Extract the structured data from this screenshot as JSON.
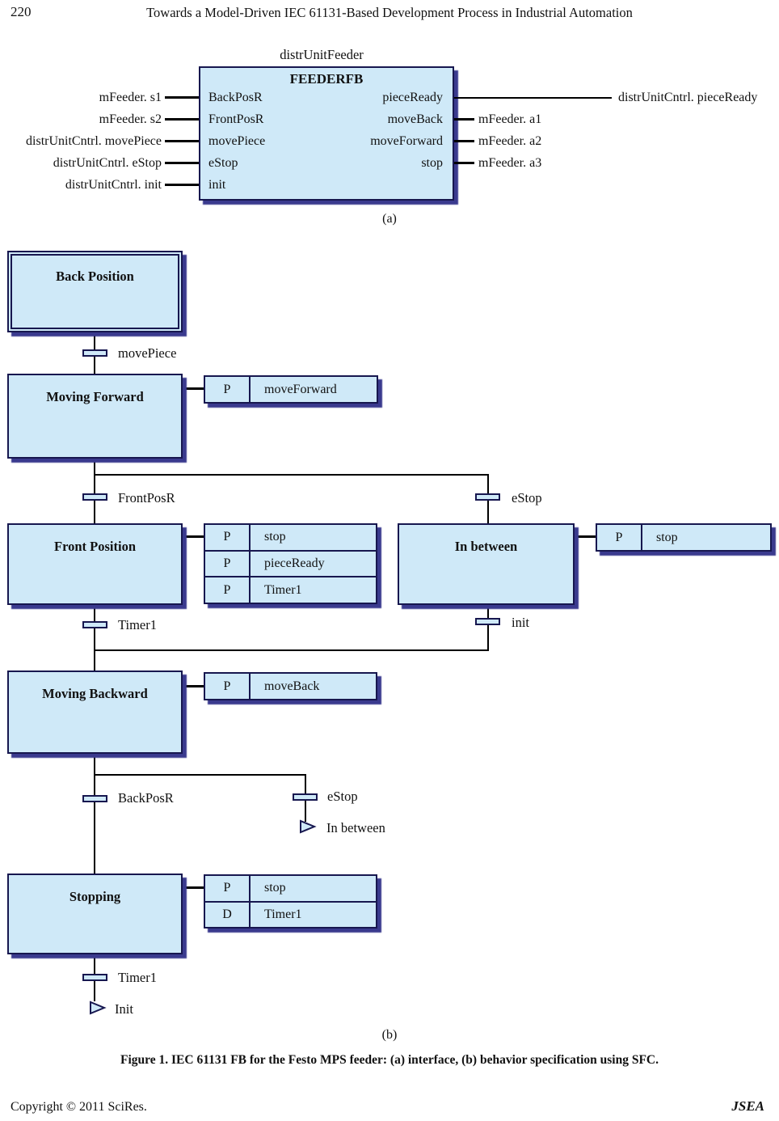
{
  "page": {
    "number": "220",
    "header_title": "Towards a Model-Driven IEC 61131-Based Development Process in Industrial Automation",
    "label_a": "(a)",
    "label_b": "(b)",
    "caption": "Figure 1. IEC 61131 FB for the Festo MPS feeder: (a) interface, (b) behavior specification using SFC.",
    "footer_left": "Copyright © 2011 SciRes.",
    "footer_right": "JSEA"
  },
  "colors": {
    "box_fill": "#cfe9f8",
    "box_border": "#17174f",
    "box_shadow": "#3a3a8e",
    "line": "#000000"
  },
  "fb": {
    "instance_name": "distrUnitFeeder",
    "type_name": "FEEDERFB",
    "inputs": [
      {
        "pin": "BackPosR",
        "signal": "mFeeder. s1"
      },
      {
        "pin": "FrontPosR",
        "signal": "mFeeder. s2"
      },
      {
        "pin": "movePiece",
        "signal": "distrUnitCntrl. movePiece"
      },
      {
        "pin": "eStop",
        "signal": "distrUnitCntrl. eStop"
      },
      {
        "pin": "init",
        "signal": "distrUnitCntrl. init"
      }
    ],
    "outputs": [
      {
        "pin": "pieceReady",
        "signal": "distrUnitCntrl. pieceReady"
      },
      {
        "pin": "moveBack",
        "signal": "mFeeder. a1"
      },
      {
        "pin": "moveForward",
        "signal": "mFeeder. a2"
      },
      {
        "pin": "stop",
        "signal": "mFeeder. a3"
      }
    ]
  },
  "sfc": {
    "steps": {
      "back_position": "Back Position",
      "moving_forward": "Moving Forward",
      "front_position": "Front Position",
      "in_between": "In between",
      "moving_backward": "Moving Backward",
      "stopping": "Stopping"
    },
    "transitions": {
      "move_piece": "movePiece",
      "front_pos_r": "FrontPosR",
      "e_stop_top": "eStop",
      "timer1_mid": "Timer1",
      "init": "init",
      "back_pos_r": "BackPosR",
      "e_stop_bottom": "eStop",
      "timer1_bottom": "Timer1"
    },
    "actions": {
      "moving_forward": [
        {
          "q": "P",
          "a": "moveForward"
        }
      ],
      "front_position": [
        {
          "q": "P",
          "a": "stop"
        },
        {
          "q": "P",
          "a": "pieceReady"
        },
        {
          "q": "P",
          "a": "Timer1"
        }
      ],
      "in_between": [
        {
          "q": "P",
          "a": "stop"
        }
      ],
      "moving_backward": [
        {
          "q": "P",
          "a": "moveBack"
        }
      ],
      "stopping": [
        {
          "q": "P",
          "a": "stop"
        },
        {
          "q": "D",
          "a": "Timer1"
        }
      ]
    },
    "jumps": {
      "in_between": "In between",
      "init": "Init"
    }
  }
}
